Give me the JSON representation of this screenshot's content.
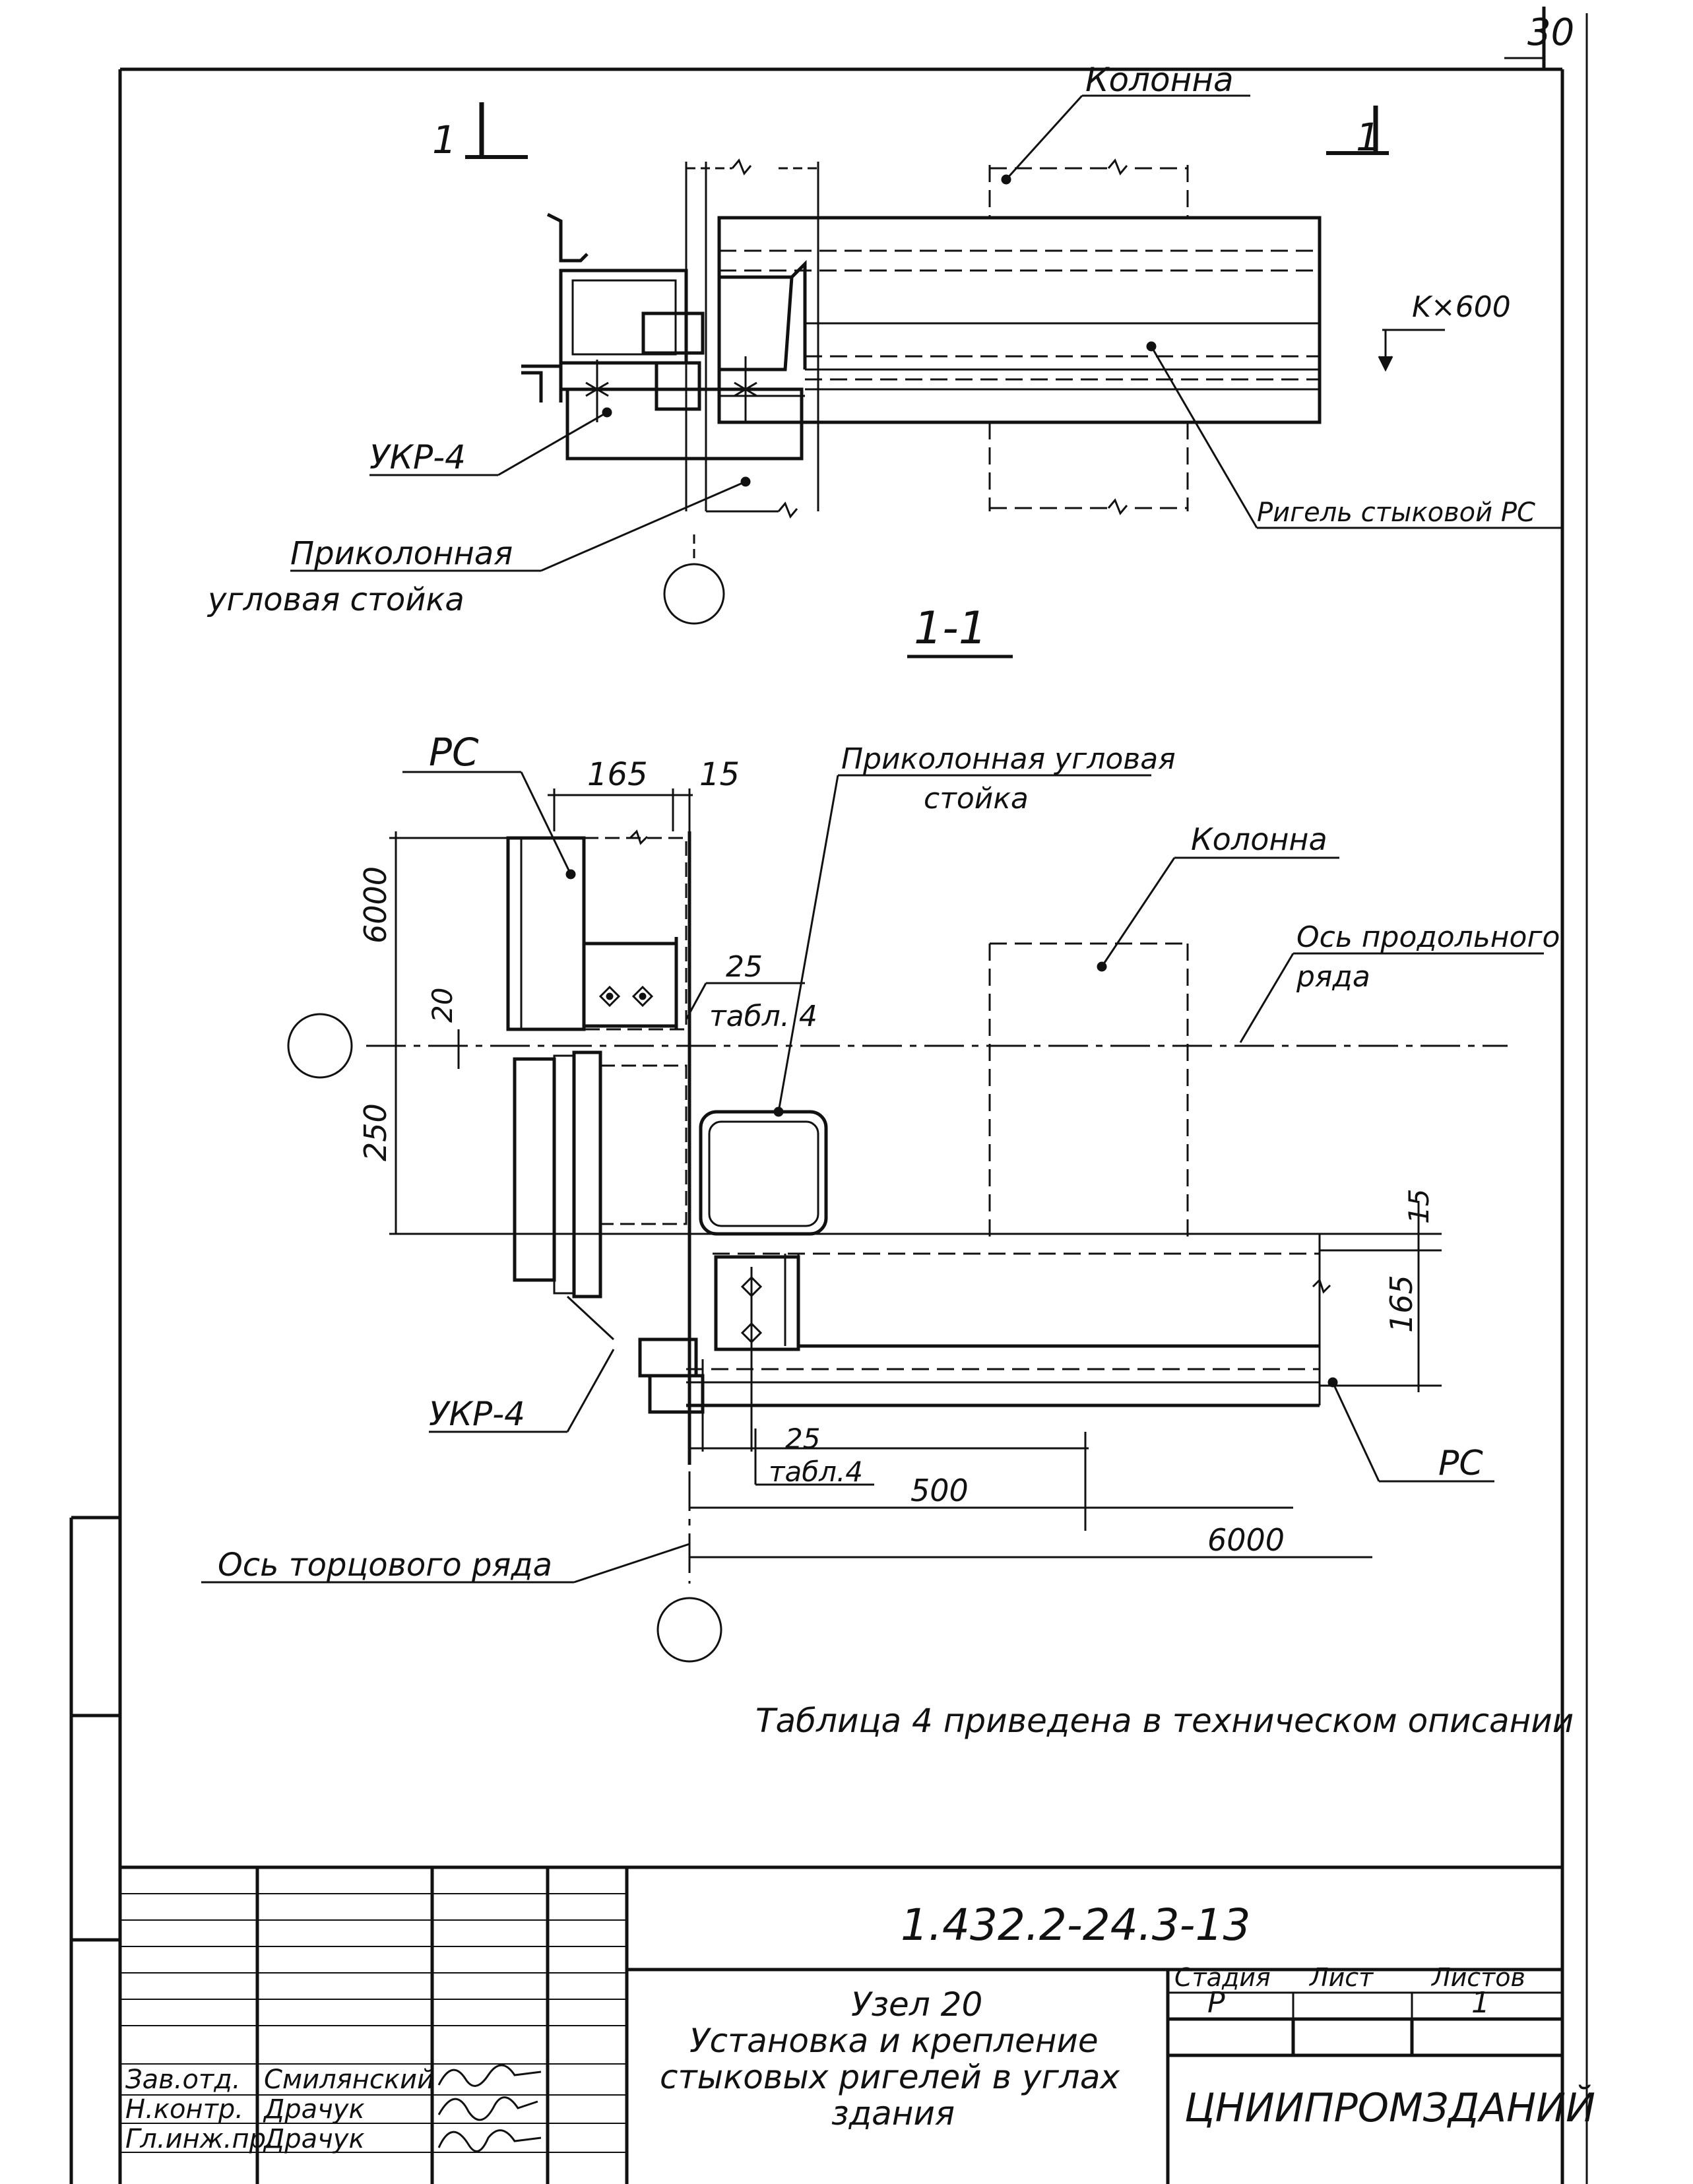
{
  "sheet": {
    "page_number": "30"
  },
  "top_view": {
    "section_mark_left": "1",
    "section_mark_right": "1",
    "label_column": "Колонна",
    "label_ukr": "УКР-4",
    "label_corner_post": [
      "Приколонная",
      "угловая стойка"
    ],
    "label_beam": "Ригель стыковой РС",
    "label_dim": "K×600"
  },
  "section_view": {
    "title": "1-1",
    "label_rs_top": "РС",
    "label_rs_bottom": "РС",
    "label_corner_post": [
      "Приколонная угловая",
      "стойка"
    ],
    "label_column": "Колонна",
    "label_long_axis": [
      "Ось продольного",
      "ряда"
    ],
    "label_end_axis": "Ось торцового ряда",
    "label_ukr": "УКР-4",
    "weld_top": [
      "25",
      "табл. 4"
    ],
    "weld_bottom": [
      "25",
      "табл.4"
    ],
    "dims": {
      "d165_top": "165",
      "d15_top": "15",
      "d6000_left": "6000",
      "d20": "20",
      "d250": "250",
      "d15_right": "15",
      "d165_right": "165",
      "d500": "500",
      "d6000_bottom": "6000"
    },
    "note": "Таблица 4 приведена в техническом описании"
  },
  "title_block": {
    "doc_code": "1.432.2-24.3-13",
    "title": [
      "Узел 20",
      "Установка и крепление",
      "стыковых ригелей в углах",
      "здания"
    ],
    "stage_header": "Стадия",
    "sheet_header": "Лист",
    "sheets_header": "Листов",
    "stage": "Р",
    "sheets": "1",
    "organization": "ЦНИИПРОМЗДАНИЙ",
    "roles": [
      {
        "role": "Зав.отд.",
        "name": "Смилянский"
      },
      {
        "role": "Н.контр.",
        "name": "Драчук"
      },
      {
        "role": "Гл.инж.пр.",
        "name": "Драчук"
      }
    ]
  }
}
